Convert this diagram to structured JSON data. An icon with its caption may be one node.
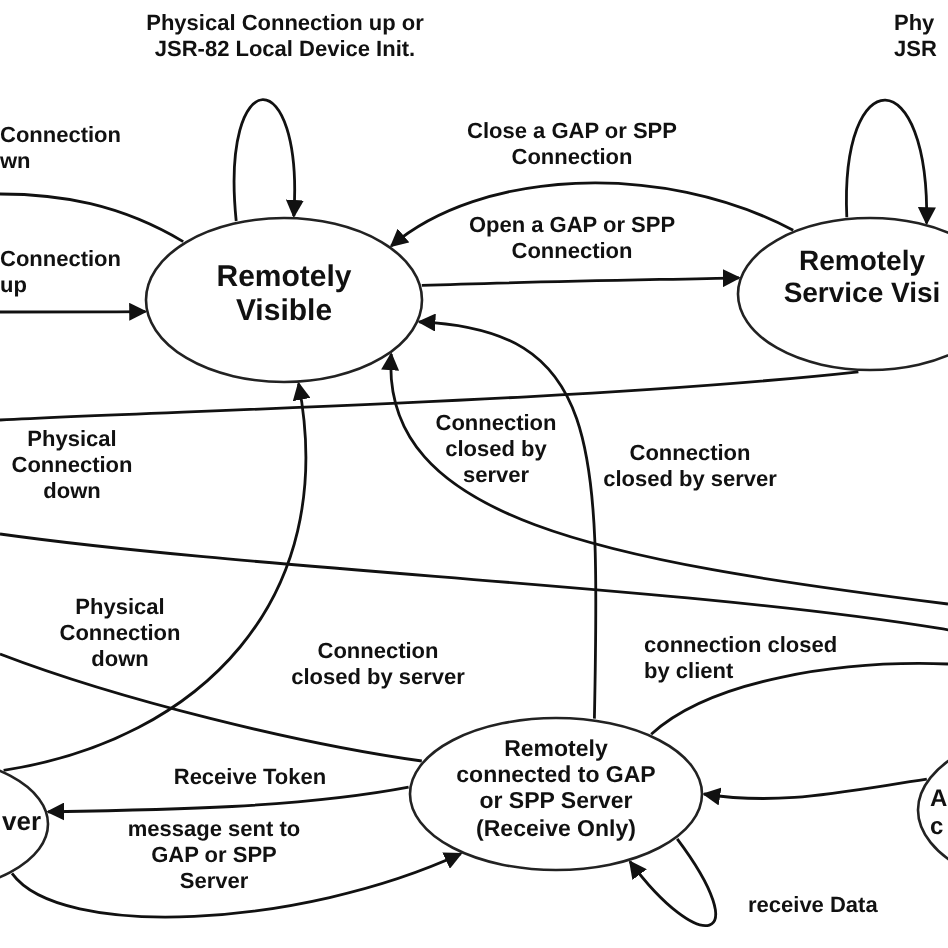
{
  "diagram": {
    "nodes": [
      {
        "text": [
          "Remotely Visible"
        ]
      },
      {
        "text": [
          "Remotely Service Visi"
        ]
      },
      {
        "text": [
          "Remotely connected to GAP or SPP Server (Receive Only)"
        ]
      },
      {
        "text": [
          "ver"
        ]
      },
      {
        "text": [
          "A c"
        ]
      }
    ],
    "edges": [
      {
        "from": 0,
        "to": 0,
        "arrow": "to",
        "label": "Physical Connection up or JSR-82 Local Device Init."
      },
      {
        "from": null,
        "to": 0,
        "arrow": "to",
        "label": "Connection up"
      },
      {
        "from": 0,
        "to": null,
        "arrow": "none",
        "label": "Connection wn"
      },
      {
        "from": 1,
        "to": 0,
        "arrow": "to",
        "label": "Close a GAP or SPP Connection"
      },
      {
        "from": 0,
        "to": 1,
        "arrow": "to",
        "label": "Open a GAP or SPP Connection"
      },
      {
        "from": 1,
        "to": 1,
        "arrow": "to",
        "label": "Phy JSR"
      },
      {
        "from": 1,
        "to": null,
        "arrow": "none",
        "label": "Physical Connection down"
      },
      {
        "from": 2,
        "to": 0,
        "arrow": "to",
        "label": "Connection closed by server"
      },
      {
        "from": null,
        "to": 0,
        "arrow": "to",
        "label": "Connection closed by server"
      },
      {
        "from": 3,
        "to": 0,
        "arrow": "to",
        "label": "Connection closed by server"
      },
      {
        "from": 2,
        "to": null,
        "arrow": "none",
        "label": "Physical Connection down"
      },
      {
        "from": 2,
        "to": null,
        "arrow": "none",
        "label": "connection closed by client"
      },
      {
        "from": null,
        "to": 4,
        "arrow": "none"
      },
      {
        "from": 4,
        "to": 2,
        "arrow": "to"
      },
      {
        "from": 2,
        "to": 3,
        "arrow": "to",
        "label": "Receive Token"
      },
      {
        "from": 3,
        "to": 2,
        "arrow": "to",
        "label": "message sent to GAP or SPP Server"
      },
      {
        "from": 2,
        "to": 2,
        "arrow": "to",
        "label": "receive Data"
      }
    ]
  }
}
